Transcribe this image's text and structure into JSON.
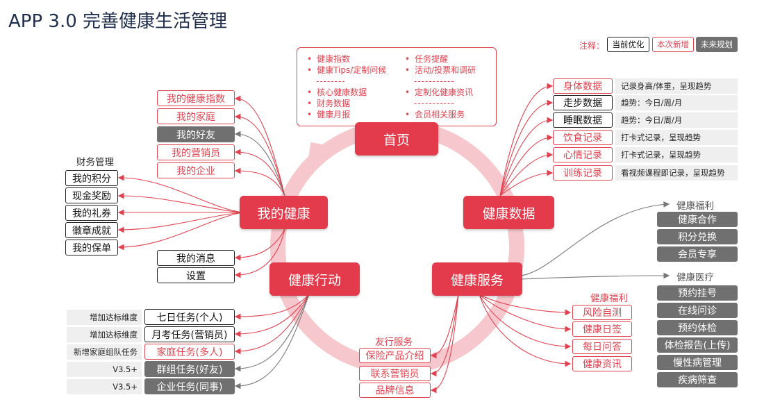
{
  "title": "APP 3.0 完善健康生活管理",
  "legend": {
    "label": "注释：",
    "items": [
      "当前优化",
      "本次新增",
      "未来规划"
    ]
  },
  "hubs": {
    "home": "首页",
    "data": "健康数据",
    "service": "健康服务",
    "action": "健康行动",
    "mine": "我的健康"
  },
  "home_panel": {
    "left": [
      "健康指数",
      "健康Tips/定制问候",
      "--------",
      "核心健康数据",
      "财务数据",
      "健康月报"
    ],
    "right": [
      "任务提醒",
      "活动/投票和调研",
      "-----------",
      "定制化健康资讯",
      "-----------",
      "会员相关服务"
    ]
  },
  "mine_top": [
    "我的健康指数",
    "我的家庭",
    "我的好友",
    "我的营销员",
    "我的企业"
  ],
  "finance": {
    "label": "财务管理",
    "items": [
      "我的积分",
      "现金奖励",
      "我的礼券",
      "徽章成就",
      "我的保单"
    ]
  },
  "mine_bottom": [
    "我的消息",
    "设置"
  ],
  "health_data": [
    {
      "name": "身体数据",
      "desc": "记录身高/体重，呈现趋势"
    },
    {
      "name": "走步数据",
      "desc": "趋势：今日/周/月"
    },
    {
      "name": "睡眠数据",
      "desc": "趋势：今日/周/月"
    },
    {
      "name": "饮食记录",
      "desc": "打卡式记录，呈现趋势"
    },
    {
      "name": "心情记录",
      "desc": "打卡式记录，呈现趋势"
    },
    {
      "name": "训练记录",
      "desc": "看视频课程即记录，呈现趋势"
    }
  ],
  "welfare": {
    "label": "健康福利",
    "items": [
      "健康合作",
      "积分兑换",
      "会员专享"
    ]
  },
  "medical": {
    "label": "健康医疗",
    "items": [
      "预约挂号",
      "在线问诊",
      "预约体检",
      "体检报告(上传)",
      "慢性病管理",
      "疾病筛查"
    ]
  },
  "service_welfare": {
    "label": "健康福利",
    "items": [
      "风险自测",
      "健康日签",
      "每日问答",
      "健康资讯"
    ]
  },
  "friendly": {
    "label": "友行服务",
    "items": [
      "保险产品介绍",
      "联系营销员",
      "品牌信息"
    ]
  },
  "tasks": [
    {
      "name": "七日任务(个人)",
      "note": "增加达标维度"
    },
    {
      "name": "月考任务(营销员)",
      "note": "增加达标维度"
    },
    {
      "name": "家庭任务(多人)",
      "note": "新增家庭组队任务"
    },
    {
      "name": "群组任务(好友)",
      "note": "V3.5+"
    },
    {
      "name": "企业任务(同事)",
      "note": "V3.5+"
    }
  ]
}
